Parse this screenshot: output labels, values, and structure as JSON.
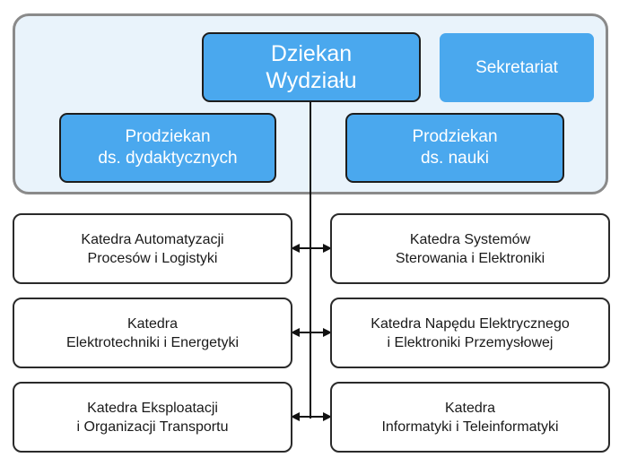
{
  "dean": {
    "label": "Dziekan\nWydziału"
  },
  "secretariat": {
    "label": "Sekretariat"
  },
  "vice_deans": [
    {
      "label": "Prodziekan\nds. dydaktycznych"
    },
    {
      "label": "Prodziekan\nds. nauki"
    }
  ],
  "departments": [
    {
      "label": "Katedra Automatyzacji\nProcesów i Logistyki"
    },
    {
      "label": "Katedra Systemów\nSterowania i Elektroniki"
    },
    {
      "label": "Katedra\nElektrotechniki i Energetyki"
    },
    {
      "label": "Katedra Napędu Elektrycznego\ni Elektroniki Przemysłowej"
    },
    {
      "label": "Katedra Eksploatacji\ni Organizacji Transportu"
    },
    {
      "label": "Katedra\nInformatyki i Teleinformatyki"
    }
  ],
  "colors": {
    "accent": "#4aa8ee",
    "panel": "#e9f3fb",
    "panel_border": "#8a8a8a"
  }
}
